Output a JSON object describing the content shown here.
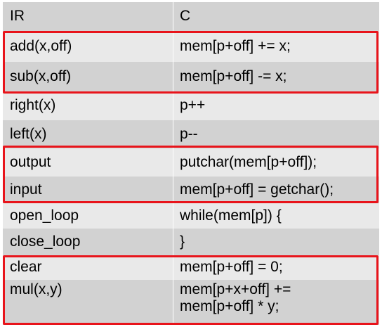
{
  "table": {
    "header": {
      "ir": "IR",
      "c": "C"
    },
    "rows": [
      {
        "ir": "add(x,off)",
        "c": [
          "mem[p+off] += x;"
        ]
      },
      {
        "ir": "sub(x,off)",
        "c": [
          "mem[p+off] -= x;"
        ]
      },
      {
        "ir": "right(x)",
        "c": [
          "p++"
        ]
      },
      {
        "ir": "left(x)",
        "c": [
          "p--"
        ]
      },
      {
        "ir": "output",
        "c": [
          "putchar(mem[p+off]);"
        ]
      },
      {
        "ir": "input",
        "c": [
          "mem[p+off] = getchar();"
        ]
      },
      {
        "ir": "open_loop",
        "c": [
          "while(mem[p]) {"
        ]
      },
      {
        "ir": "close_loop",
        "c": [
          "}"
        ]
      },
      {
        "ir": "clear",
        "c": [
          "mem[p+off] = 0;"
        ]
      },
      {
        "ir": "mul(x,y)",
        "c": [
          "mem[p+x+off] +=",
          "mem[p+off] * y;"
        ]
      }
    ]
  },
  "highlight_color": "#e8141b"
}
